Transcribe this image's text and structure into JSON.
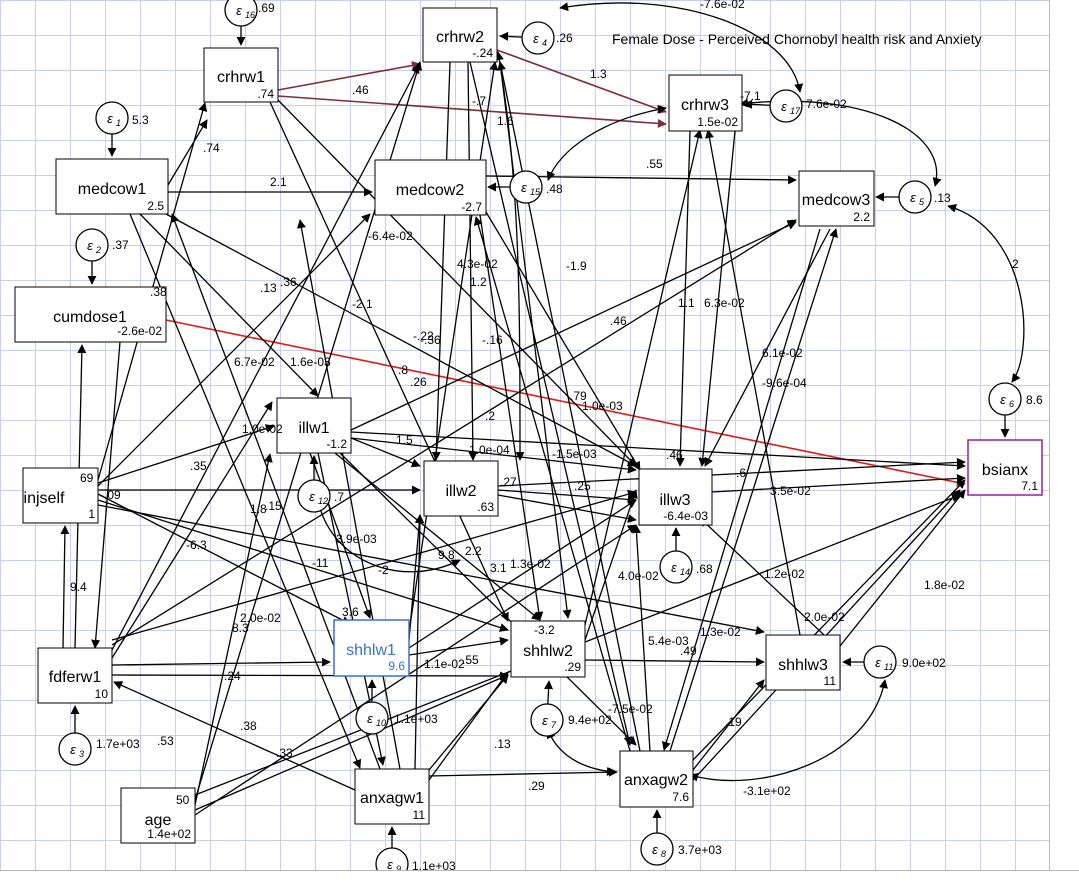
{
  "title": "Female Dose - Perceived Chornobyl health risk and Anxiety",
  "colors": {
    "box_default": "#000000",
    "box_shhlw1": "#3a6fd8",
    "box_bsianx": "#9a1e9a",
    "path_default": "#000000",
    "path_crhrw": "#7a2e3e",
    "path_cumdose": "#dd1a1a"
  },
  "nodes": [
    {
      "id": "crhrw1",
      "name": "crhrw1",
      "value": ".74"
    },
    {
      "id": "crhrw2",
      "name": "crhrw2",
      "value": "-.24"
    },
    {
      "id": "crhrw3",
      "name": "crhrw3",
      "value": "1.5e-02"
    },
    {
      "id": "medcow1",
      "name": "medcow1",
      "value": "2.5"
    },
    {
      "id": "medcow2",
      "name": "medcow2",
      "value": "-2.7"
    },
    {
      "id": "medcow3",
      "name": "medcow3",
      "value": "2.2"
    },
    {
      "id": "cumdose1",
      "name": "cumdose1",
      "value": "-2.6e-02"
    },
    {
      "id": "illw1",
      "name": "illw1",
      "value": "-1.2"
    },
    {
      "id": "illw2",
      "name": "illw2",
      "value": ".63"
    },
    {
      "id": "illw3",
      "name": "illw3",
      "value": "-6.4e-03"
    },
    {
      "id": "injself",
      "name": "injself",
      "value": "1"
    },
    {
      "id": "bsianx",
      "name": "bsianx",
      "value": "7.1"
    },
    {
      "id": "fdferw1",
      "name": "fdferw1",
      "value": "10"
    },
    {
      "id": "shhlw1",
      "name": "shhlw1",
      "value": "9.6"
    },
    {
      "id": "shhlw2",
      "name": "shhlw2",
      "value": ".29"
    },
    {
      "id": "shhlw3",
      "name": "shhlw3",
      "value": "11"
    },
    {
      "id": "age",
      "name": "age",
      "value": "1.4e+02"
    },
    {
      "id": "anxagw1",
      "name": "anxagw1",
      "value": "11"
    },
    {
      "id": "anxagw2",
      "name": "anxagw2",
      "value": "7.6"
    }
  ],
  "errors": [
    {
      "id": "e16",
      "sym": "ε",
      "sub": "16",
      "variance": ".69"
    },
    {
      "id": "e4",
      "sym": "ε",
      "sub": "4",
      "variance": ".26"
    },
    {
      "id": "e17",
      "sym": "ε",
      "sub": "17",
      "variance": "7.6e-02"
    },
    {
      "id": "e1",
      "sym": "ε",
      "sub": "1",
      "variance": "5.3"
    },
    {
      "id": "e15",
      "sym": "ε",
      "sub": "15",
      "variance": ".48"
    },
    {
      "id": "e5",
      "sym": "ε",
      "sub": "5",
      "variance": ".13"
    },
    {
      "id": "e2",
      "sym": "ε",
      "sub": "2",
      "variance": ".37"
    },
    {
      "id": "e6",
      "sym": "ε",
      "sub": "6",
      "variance": "8.6"
    },
    {
      "id": "e12",
      "sym": "ε",
      "sub": "12",
      "variance": ".7"
    },
    {
      "id": "e14",
      "sym": "ε",
      "sub": "14",
      "variance": ".68"
    },
    {
      "id": "e11",
      "sym": "ε",
      "sub": "11",
      "variance": "9.0e+02"
    },
    {
      "id": "e10",
      "sym": "ε",
      "sub": "10",
      "variance": "1.1e+03"
    },
    {
      "id": "e7",
      "sym": "ε",
      "sub": "7",
      "variance": "9.4e+02"
    },
    {
      "id": "e3",
      "sym": "ε",
      "sub": "3",
      "variance": "1.7e+03"
    },
    {
      "id": "e9",
      "sym": "ε",
      "sub": "9",
      "variance": "1.1e+03"
    },
    {
      "id": "e8",
      "sym": "ε",
      "sub": "8",
      "variance": "3.7e+03"
    }
  ],
  "intercepts": [
    {
      "id": "cumdose1-int",
      "text": ".38"
    },
    {
      "id": "injself-int1",
      "text": "69"
    },
    {
      "id": "injself-int2",
      "text": "-.09"
    },
    {
      "id": "age-int",
      "text": "50"
    }
  ],
  "paths": [
    {
      "id": "p-crhrw1-crhrw2",
      "label": ".46",
      "kind": "crhrw"
    },
    {
      "id": "p-crhrw1-crhrw3",
      "label": "-.7",
      "kind": "crhrw"
    },
    {
      "id": "p-crhrw2-crhrw3",
      "label": "1.3",
      "kind": "crhrw"
    },
    {
      "id": "p-crhrw2-medcow2",
      "label": "1.6"
    },
    {
      "id": "p-medcow1-crhrw1",
      "label": ".74"
    },
    {
      "id": "p-medcow1-medcow2",
      "label": "2.1"
    },
    {
      "id": "p-medcow2-medcow3",
      "label": ".55"
    },
    {
      "id": "p-e4-loop",
      "label": "-7.6e-02"
    },
    {
      "id": "p-e17-loop",
      "label": "-7.1"
    },
    {
      "id": "p-medcow1-illw3",
      "label": ".36"
    },
    {
      "id": "p-a",
      "label": ".13"
    },
    {
      "id": "p-b",
      "label": "-6.4e-02"
    },
    {
      "id": "p-c",
      "label": "4.3e-02"
    },
    {
      "id": "p-d",
      "label": "1.2"
    },
    {
      "id": "p-e",
      "label": "-1.9"
    },
    {
      "id": "p-f",
      "label": "-2.1"
    },
    {
      "id": "p-g",
      "label": ".46"
    },
    {
      "id": "p-h",
      "label": "1.1"
    },
    {
      "id": "p-i",
      "label": "6.3e-02"
    },
    {
      "id": "p-j",
      "label": "6.1e-02"
    },
    {
      "id": "p-k",
      "label": "-9.6e-04"
    },
    {
      "id": "p-l",
      "label": "2"
    },
    {
      "id": "p-m",
      "label": "-.22"
    },
    {
      "id": "p-n",
      "label": "-.36"
    },
    {
      "id": "p-o",
      "label": "-.16"
    },
    {
      "id": "p-p",
      "label": "6.7e-02"
    },
    {
      "id": "p-q",
      "label": "1.6e-03"
    },
    {
      "id": "p-r",
      "label": ".8"
    },
    {
      "id": "p-s",
      "label": ".26"
    },
    {
      "id": "p-t",
      "label": ".79"
    },
    {
      "id": "p-cumdose-bsianx",
      "label": "1.0e-03",
      "kind": "cumdose"
    },
    {
      "id": "p-u",
      "label": ".2"
    },
    {
      "id": "p-v",
      "label": "1.5"
    },
    {
      "id": "p-w",
      "label": "-1.0e-04"
    },
    {
      "id": "p-x",
      "label": "-1.5e-03"
    },
    {
      "id": "p-y",
      "label": ".46"
    },
    {
      "id": "p-z",
      "label": ".6"
    },
    {
      "id": "p-aa",
      "label": "1.0e-02"
    },
    {
      "id": "p-ab",
      "label": ".35"
    },
    {
      "id": "p-ac",
      "label": ".27"
    },
    {
      "id": "p-ad",
      "label": ".25"
    },
    {
      "id": "p-ae",
      "label": "3.5e-02"
    },
    {
      "id": "p-af",
      "label": "1.8"
    },
    {
      "id": "p-ag",
      "label": ".15"
    },
    {
      "id": "p-ah",
      "label": "3.9e-03"
    },
    {
      "id": "p-ai",
      "label": "-6.3"
    },
    {
      "id": "p-aj",
      "label": "-11"
    },
    {
      "id": "p-ak",
      "label": "-2"
    },
    {
      "id": "p-al",
      "label": "9.8"
    },
    {
      "id": "p-am",
      "label": "2.2"
    },
    {
      "id": "p-an",
      "label": "3.1"
    },
    {
      "id": "p-ao",
      "label": "1.3e-02"
    },
    {
      "id": "p-ap",
      "label": "4.0e-02"
    },
    {
      "id": "p-aq",
      "label": "1.2e-02"
    },
    {
      "id": "p-ar",
      "label": "1.8e-02"
    },
    {
      "id": "p-as",
      "label": "2.0e-02"
    },
    {
      "id": "p-at",
      "label": "1.3e-02"
    },
    {
      "id": "p-au",
      "label": "5.4e-03"
    },
    {
      "id": "p-av",
      "label": "9.4"
    },
    {
      "id": "p-aw",
      "label": "2.0e-02"
    },
    {
      "id": "p-ax",
      "label": "8.3"
    },
    {
      "id": "p-ay",
      "label": "3.6"
    },
    {
      "id": "p-az",
      "label": "-3.2"
    },
    {
      "id": "p-ba",
      "label": ".24"
    },
    {
      "id": "p-bb",
      "label": "1.1e-02"
    },
    {
      "id": "p-bc",
      "label": ".55"
    },
    {
      "id": "p-bd",
      "label": ".49"
    },
    {
      "id": "p-be",
      "label": "-7.5e-02"
    },
    {
      "id": "p-bf",
      "label": ".38"
    },
    {
      "id": "p-bg",
      "label": ".33"
    },
    {
      "id": "p-bh",
      "label": ".13"
    },
    {
      "id": "p-bi",
      "label": ".19"
    },
    {
      "id": "p-bj",
      "label": ".53"
    },
    {
      "id": "p-bk",
      "label": ".29"
    },
    {
      "id": "p-bl",
      "label": "-3.1e+02"
    }
  ]
}
